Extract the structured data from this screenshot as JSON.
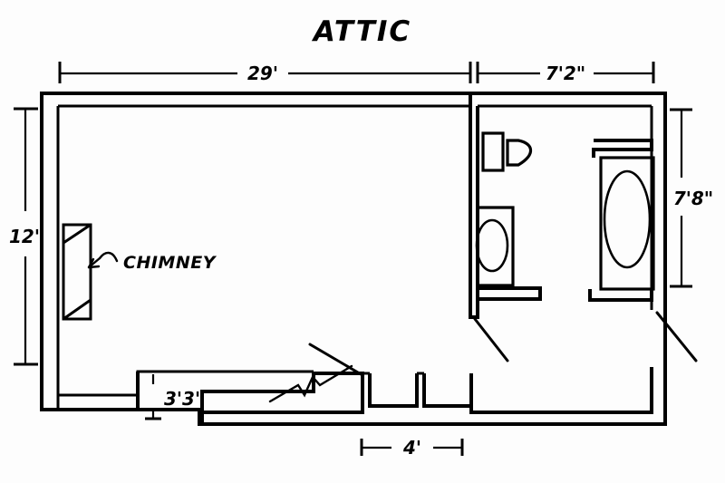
{
  "drawing": {
    "title": "ATTIC",
    "type": "floor-plan",
    "units": "feet-inches"
  },
  "dimensions": {
    "top_left": "29'",
    "top_right": "7'2\"",
    "left": "12'",
    "right": "7'8\"",
    "bottom_inner": "3'3\"",
    "bottom_center": "4'"
  },
  "annotations": {
    "chimney": "CHIMNEY"
  },
  "fixtures": {
    "toilet": "toilet",
    "sink": "sink",
    "bathtub": "bathtub",
    "chimney": "chimney"
  },
  "chart_data": {
    "type": "table",
    "title": "ATTIC",
    "rooms": [
      {
        "name": "main attic room",
        "width": "29'",
        "depth": "12'"
      },
      {
        "name": "bathroom",
        "width": "7'2\"",
        "depth": "7'8\""
      }
    ],
    "callouts": [
      {
        "label": "29'",
        "orientation": "horizontal",
        "position": "top-left"
      },
      {
        "label": "7'2\"",
        "orientation": "horizontal",
        "position": "top-right"
      },
      {
        "label": "12'",
        "orientation": "vertical",
        "position": "left"
      },
      {
        "label": "7'8\"",
        "orientation": "vertical",
        "position": "right"
      },
      {
        "label": "3'3\"",
        "orientation": "vertical",
        "position": "bottom-left-inner"
      },
      {
        "label": "4'",
        "orientation": "horizontal",
        "position": "bottom-center"
      },
      {
        "label": "CHIMNEY",
        "orientation": "leader",
        "position": "left-wall"
      }
    ]
  }
}
